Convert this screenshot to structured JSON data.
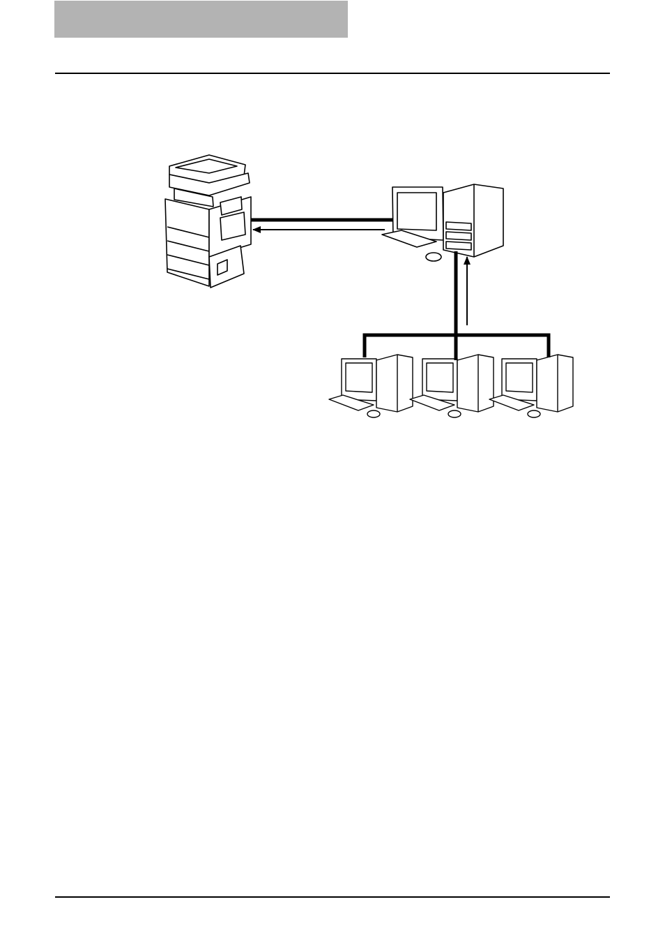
{
  "header": {
    "tab_color": "#b3b3b3"
  },
  "diagram": {
    "nodes": [
      {
        "id": "mfp",
        "kind": "multifunction-printer"
      },
      {
        "id": "server",
        "kind": "server-computer"
      },
      {
        "id": "client-1",
        "kind": "client-computer"
      },
      {
        "id": "client-2",
        "kind": "client-computer"
      },
      {
        "id": "client-3",
        "kind": "client-computer"
      }
    ],
    "edges": [
      {
        "from": "server",
        "to": "mfp",
        "style": "thick-line"
      },
      {
        "from": "server",
        "to": "mfp",
        "style": "arrow"
      },
      {
        "from": "client-1",
        "to": "server",
        "style": "thick-line"
      },
      {
        "from": "client-2",
        "to": "server",
        "style": "thick-line"
      },
      {
        "from": "client-3",
        "to": "server",
        "style": "thick-line"
      },
      {
        "from": "clients",
        "to": "server",
        "style": "arrow"
      }
    ]
  },
  "colors": {
    "line": "#000000",
    "device_fill": "#ffffff",
    "rule": "#000000"
  }
}
